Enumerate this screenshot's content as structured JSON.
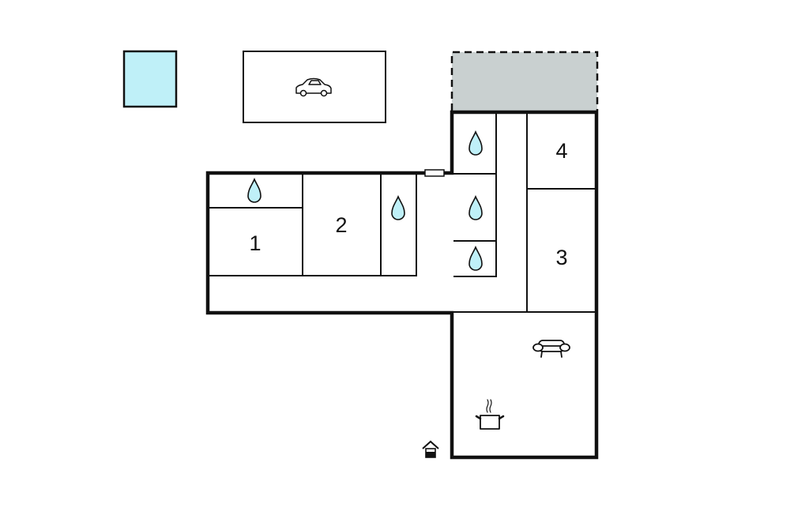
{
  "floorplan": {
    "rooms": [
      {
        "label": "1"
      },
      {
        "label": "2"
      },
      {
        "label": "3"
      },
      {
        "label": "4"
      }
    ],
    "icons": [
      "pool",
      "car-icon",
      "terrace",
      "water-drop-icon",
      "sofa-icon",
      "cooking-pot-icon",
      "entrance-icon"
    ],
    "colors": {
      "pool": "#bff0f8",
      "water_drop": "#bff0f8",
      "terrace": "#c9d0d0",
      "walls": "#111111"
    }
  }
}
